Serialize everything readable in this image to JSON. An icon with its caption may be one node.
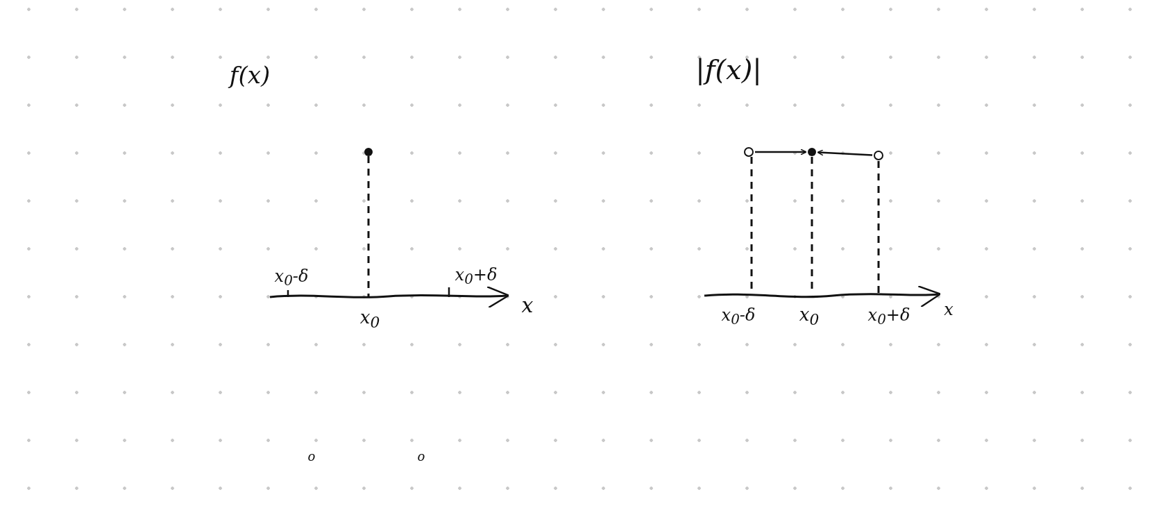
{
  "diagram": {
    "nodes": [
      {
        "text": [],
        "shape": "circle"
      },
      {
        "text": [],
        "shape": "circle"
      },
      {
        "text": [],
        "shape": "circle"
      },
      {
        "text": [],
        "shape": "circle"
      }
    ],
    "edges": [
      {
        "from": 1,
        "to": 2,
        "arrow": "to"
      },
      {
        "from": 3,
        "to": 2,
        "arrow": "to"
      }
    ],
    "labels": [
      "f(x)",
      "|f(x)|",
      "x$_{0}$-δ",
      "x$_{0}$+δ",
      "x",
      "x$_{0}$",
      "x$_{0}$-δ",
      "x$_{0}$",
      "x$_{0}$+δ",
      "x",
      "o",
      "o"
    ]
  }
}
